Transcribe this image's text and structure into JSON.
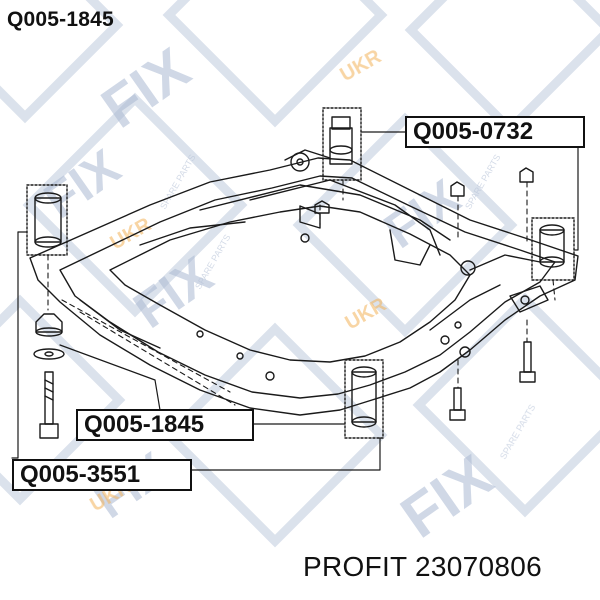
{
  "header": {
    "part_code": "Q005-1845"
  },
  "callouts": [
    {
      "id": "q005-0732",
      "label": "Q005-0732"
    },
    {
      "id": "q005-1845",
      "label": "Q005-1845"
    },
    {
      "id": "q005-3551",
      "label": "Q005-3551"
    }
  ],
  "footer": {
    "text": "PROFIT 23070806"
  },
  "watermark": {
    "brand": "FIX",
    "tag": "UKR",
    "sub": "SPARE PARTS",
    "color": "#8fa3c4",
    "accent": "#f2a93b"
  }
}
